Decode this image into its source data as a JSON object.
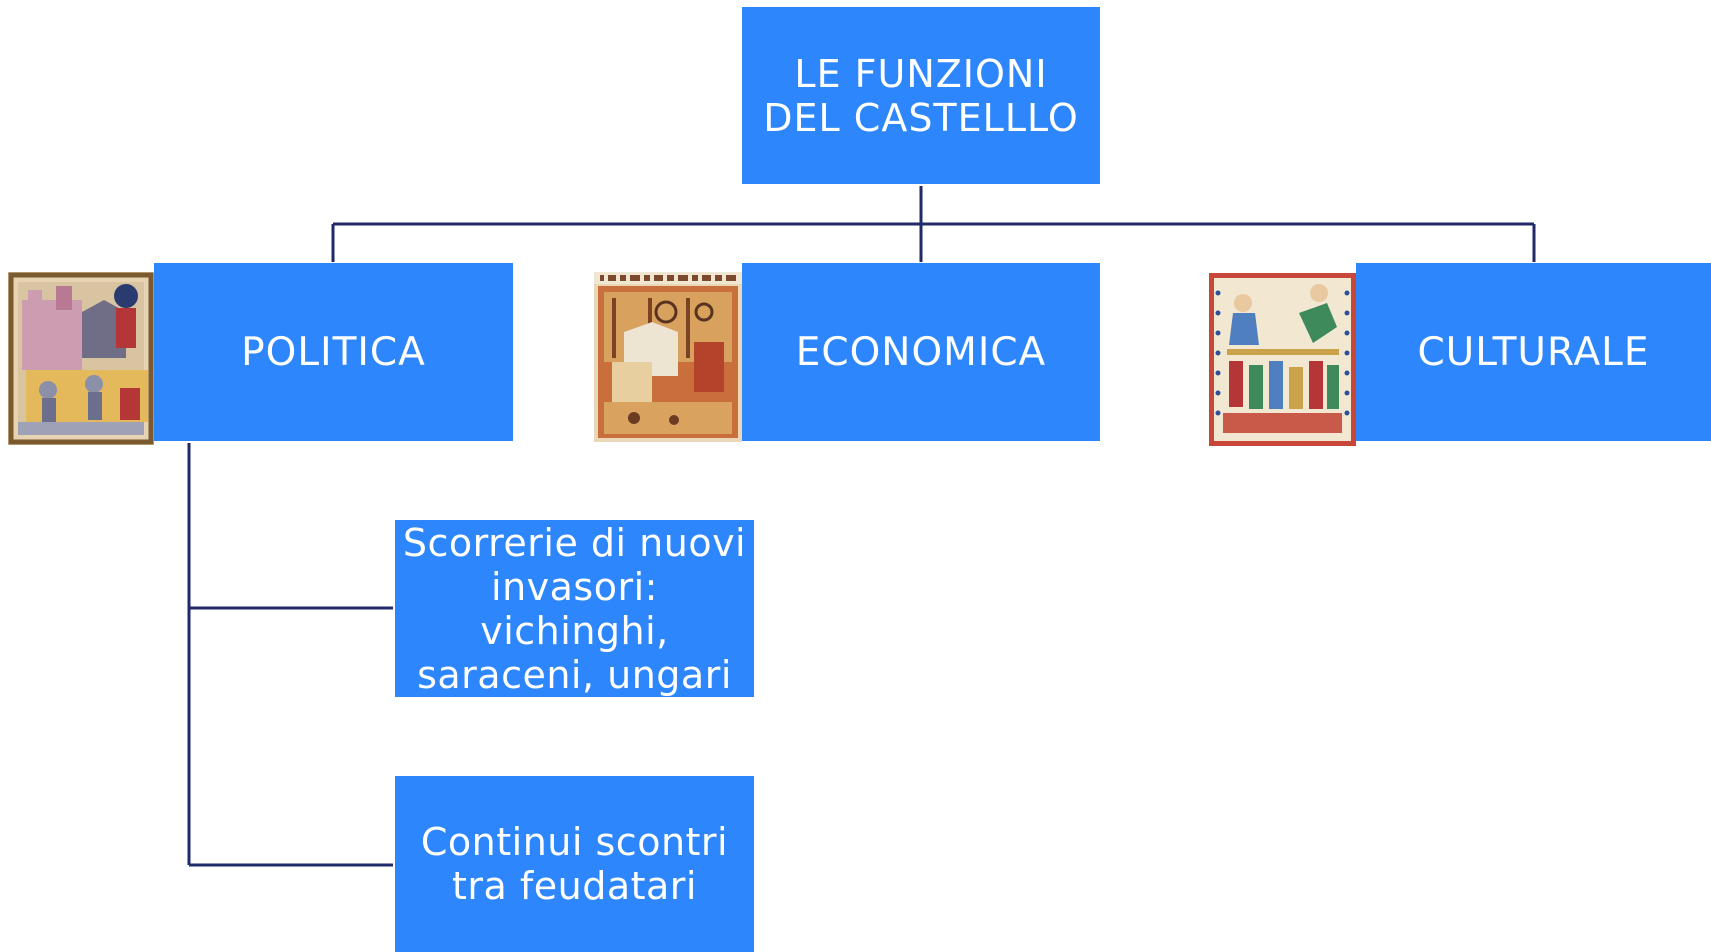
{
  "root": {
    "label": "LE FUNZIONI\nDEL CASTELLLO"
  },
  "functions": [
    {
      "label": "POLITICA"
    },
    {
      "label": "ECONOMICA"
    },
    {
      "label": "CULTURALE"
    }
  ],
  "politica_children": [
    {
      "label": "Scorrerie di nuovi\ninvasori:\nvichinghi,\nsaraceni, ungari"
    },
    {
      "label": "Continui scontri\ntra feudatari"
    }
  ],
  "colors": {
    "box": "#2e86fd",
    "connector": "#1f2a6b"
  }
}
